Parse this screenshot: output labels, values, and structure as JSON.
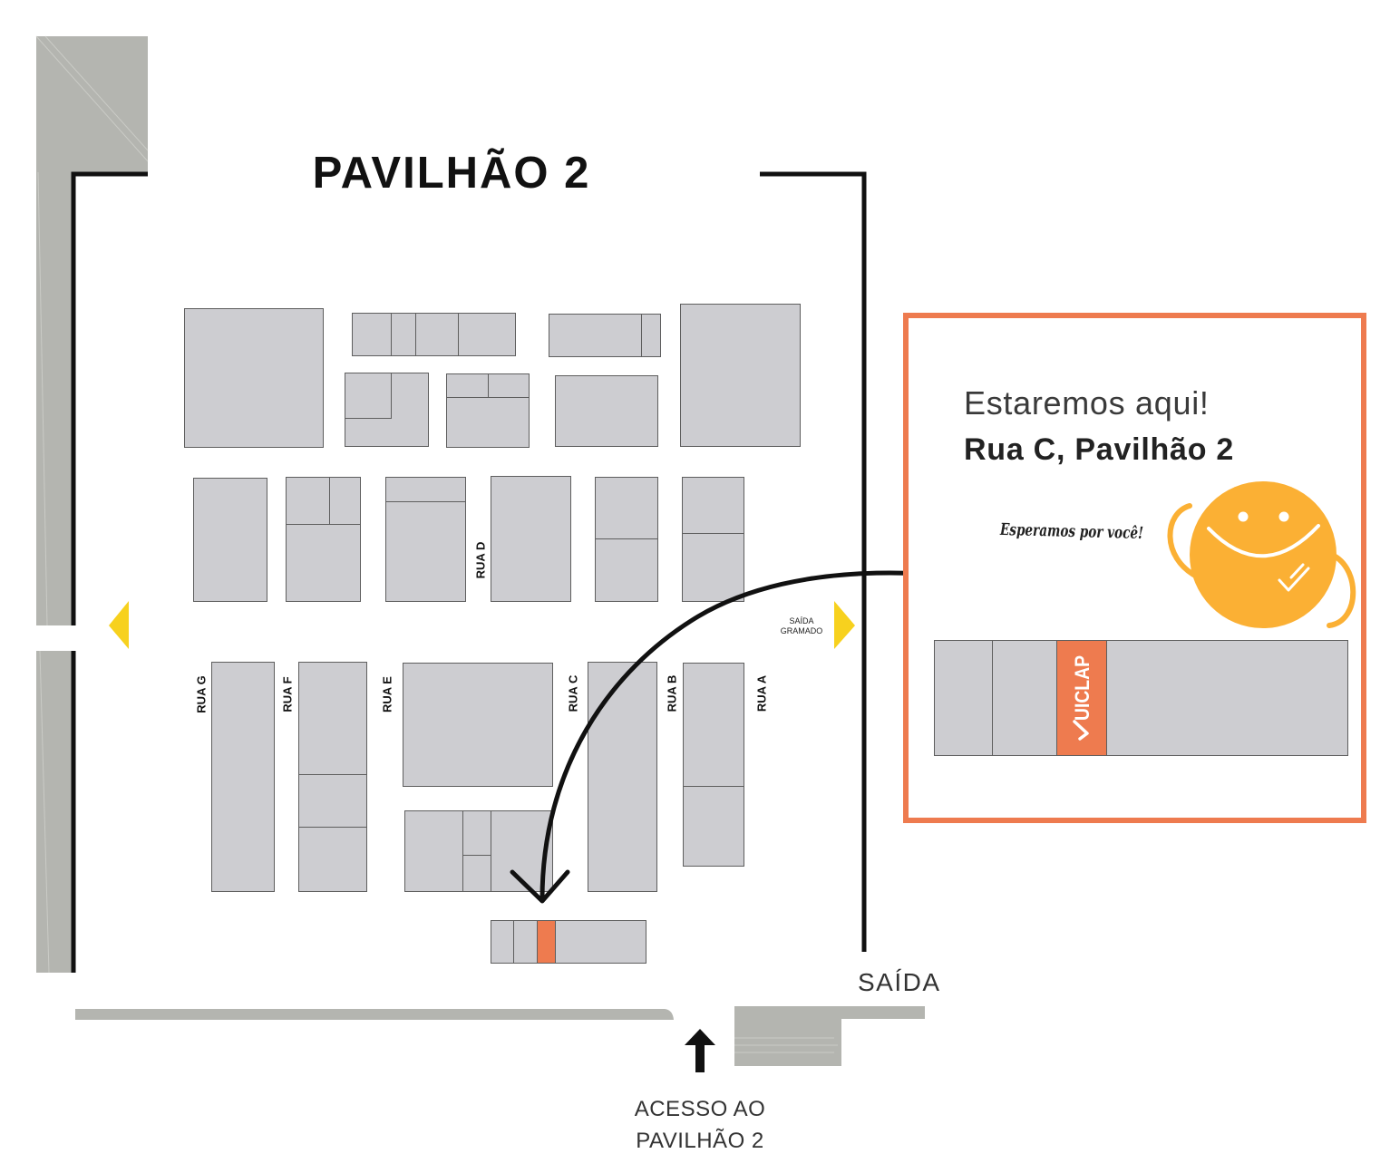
{
  "map": {
    "title": "PAVILHÃO 2",
    "streets": {
      "rua_a": "RUA A",
      "rua_b": "RUA B",
      "rua_c": "RUA C",
      "rua_d": "RUA D",
      "rua_e": "RUA E",
      "rua_f": "RUA F",
      "rua_g": "RUA G"
    },
    "side_exit": {
      "line1": "SAÍDA",
      "line2": "GRAMADO"
    },
    "main_exit": "SAÍDA",
    "entrance": {
      "line1": "ACESSO AO",
      "line2": "PAVILHÃO 2"
    }
  },
  "callout": {
    "heading": "Estaremos aqui!",
    "location": "Rua C, Pavilhão 2",
    "mascot_speech": "Esperamos por você!",
    "booth_label": "UICLAP"
  },
  "icons": {
    "side_markers": "triangle-marker-icon",
    "route": "curved-arrow-icon",
    "entrance": "arrow-up-icon",
    "mascot": "smiley-mascot-icon",
    "brand_mark": "checkmark-icon"
  },
  "colors": {
    "accent": "#ee7b4f",
    "booth_fill": "#cdcdd1",
    "booth_stroke": "#5e5e5e",
    "wall": "#b4b5b0",
    "marker": "#f7d11e",
    "mascot": "#fbb034",
    "ink": "#111111",
    "text": "#333333"
  }
}
